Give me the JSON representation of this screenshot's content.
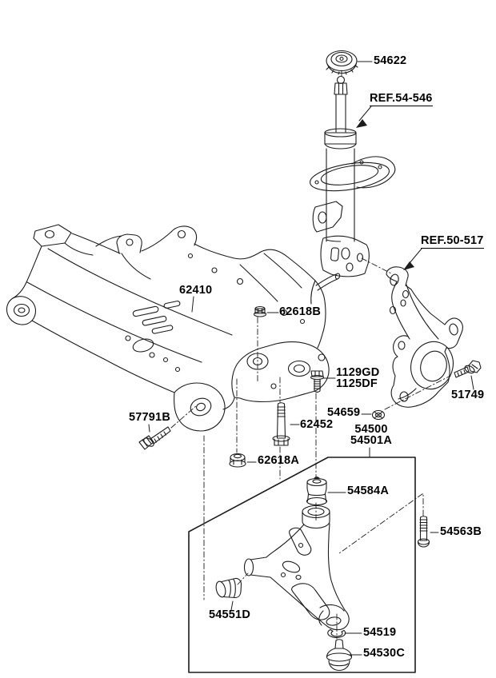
{
  "diagram": {
    "kind": "suspension-parts-diagram",
    "colors": {
      "line": "#1c1c1c",
      "background": "#ffffff"
    },
    "labels": {
      "p54622": "54622",
      "ref_54_546": "REF.54-546",
      "ref_50_517": "REF.50-517",
      "p62410": "62410",
      "p62618B": "62618B",
      "p1129GD": "1129GD",
      "p1125DF": "1125DF",
      "p54659": "54659",
      "p51749": "51749",
      "p62452": "62452",
      "p54500": "54500",
      "p54501A": "54501A",
      "p57791B": "57791B",
      "p62618A": "62618A",
      "p54584A": "54584A",
      "p54563B": "54563B",
      "p54551D": "54551D",
      "p54519": "54519",
      "p54530C": "54530C"
    }
  }
}
